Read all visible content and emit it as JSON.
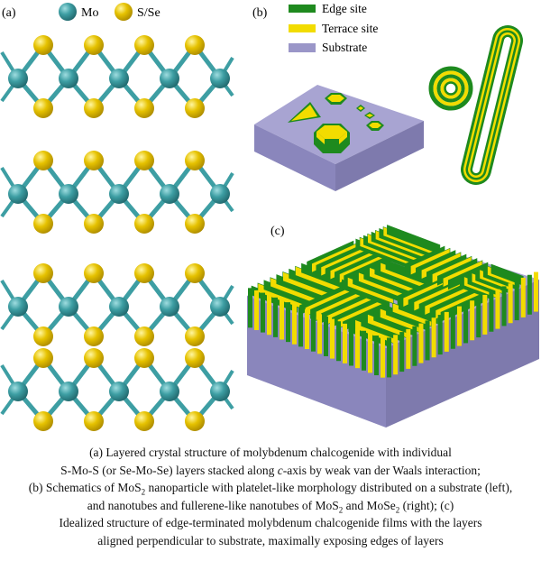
{
  "panels": {
    "a": "(a)",
    "b": "(b)",
    "c": "(c)"
  },
  "legend_a": {
    "mo": "Mo",
    "sse": "S/Se"
  },
  "legend_b": {
    "edge": "Edge site",
    "terrace": "Terrace site",
    "substrate": "Substrate"
  },
  "colors": {
    "mo_atom": "#3d9ea3",
    "s_atom": "#e6c200",
    "edge": "#1e8a1e",
    "terrace": "#f2dc00",
    "substrate": "#9a96c8",
    "substrate_dark": "#7e7aad",
    "substrate_side": "#8a86bc"
  },
  "caption": {
    "l1": "(a) Layered crystal structure of molybdenum chalcogenide with individual",
    "l2a": "S-Mo-S (or Se-Mo-Se) layers stacked along ",
    "l2b": "c",
    "l2c": "-axis by weak van der Waals interaction;",
    "l3a": "(b) Schematics of MoS",
    "l3b": "2",
    "l3c": " nanoparticle with platelet-like morphology distributed on a substrate (left),",
    "l4a": "and nanotubes and fullerene-like nanotubes of MoS",
    "l4b": "2",
    "l4c": " and MoSe",
    "l4d": "2",
    "l4e": " (right); (c)",
    "l5": "Idealized structure of edge-terminated molybdenum chalcogenide films with the layers",
    "l6": "aligned perpendicular to substrate, maximally  exposing edges of layers"
  }
}
